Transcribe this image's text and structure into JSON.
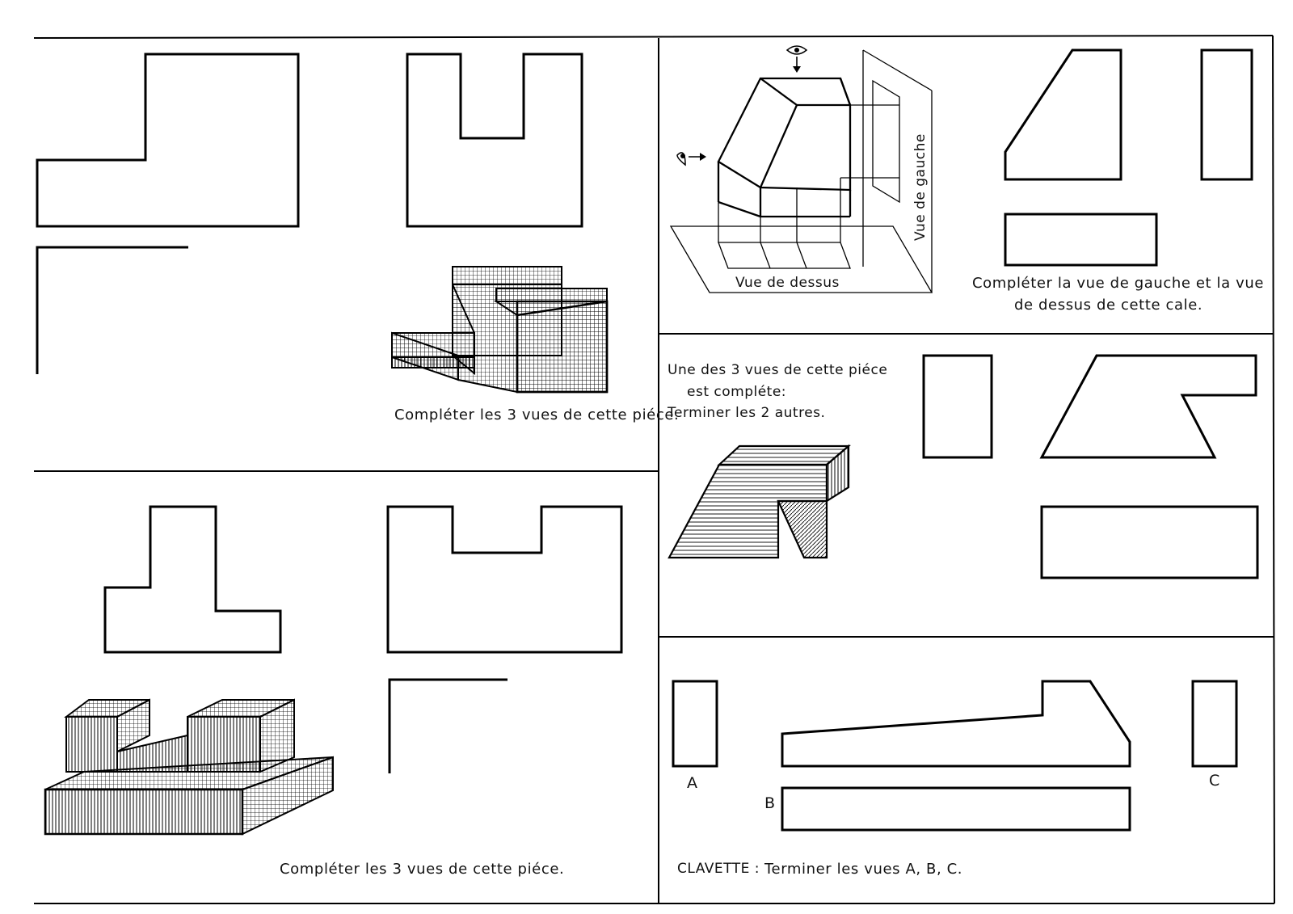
{
  "panels": {
    "top_left": {
      "instruction": "Compléter les 3 vues de cette piéce."
    },
    "bottom_left": {
      "instruction": "Compléter les 3 vues de cette piéce."
    },
    "top_right": {
      "instruction_line1": "Compléter la vue de gauche et la vue",
      "instruction_line2": "de dessus de cette cale.",
      "label_top_view": "Vue de dessus",
      "label_left_view": "Vue de gauche"
    },
    "middle_right": {
      "instruction_line1": "Une des 3 vues de cette piéce",
      "instruction_line2": "est compléte:",
      "instruction_line3": "Terminer les 2 autres."
    },
    "bottom_right": {
      "instruction_prefix": "CLAVETTE :",
      "instruction": "Terminer les vues A, B, C.",
      "view_a": "A",
      "view_b": "B",
      "view_c": "C"
    }
  },
  "colors": {
    "ink": "#000000",
    "paper": "#ffffff"
  }
}
